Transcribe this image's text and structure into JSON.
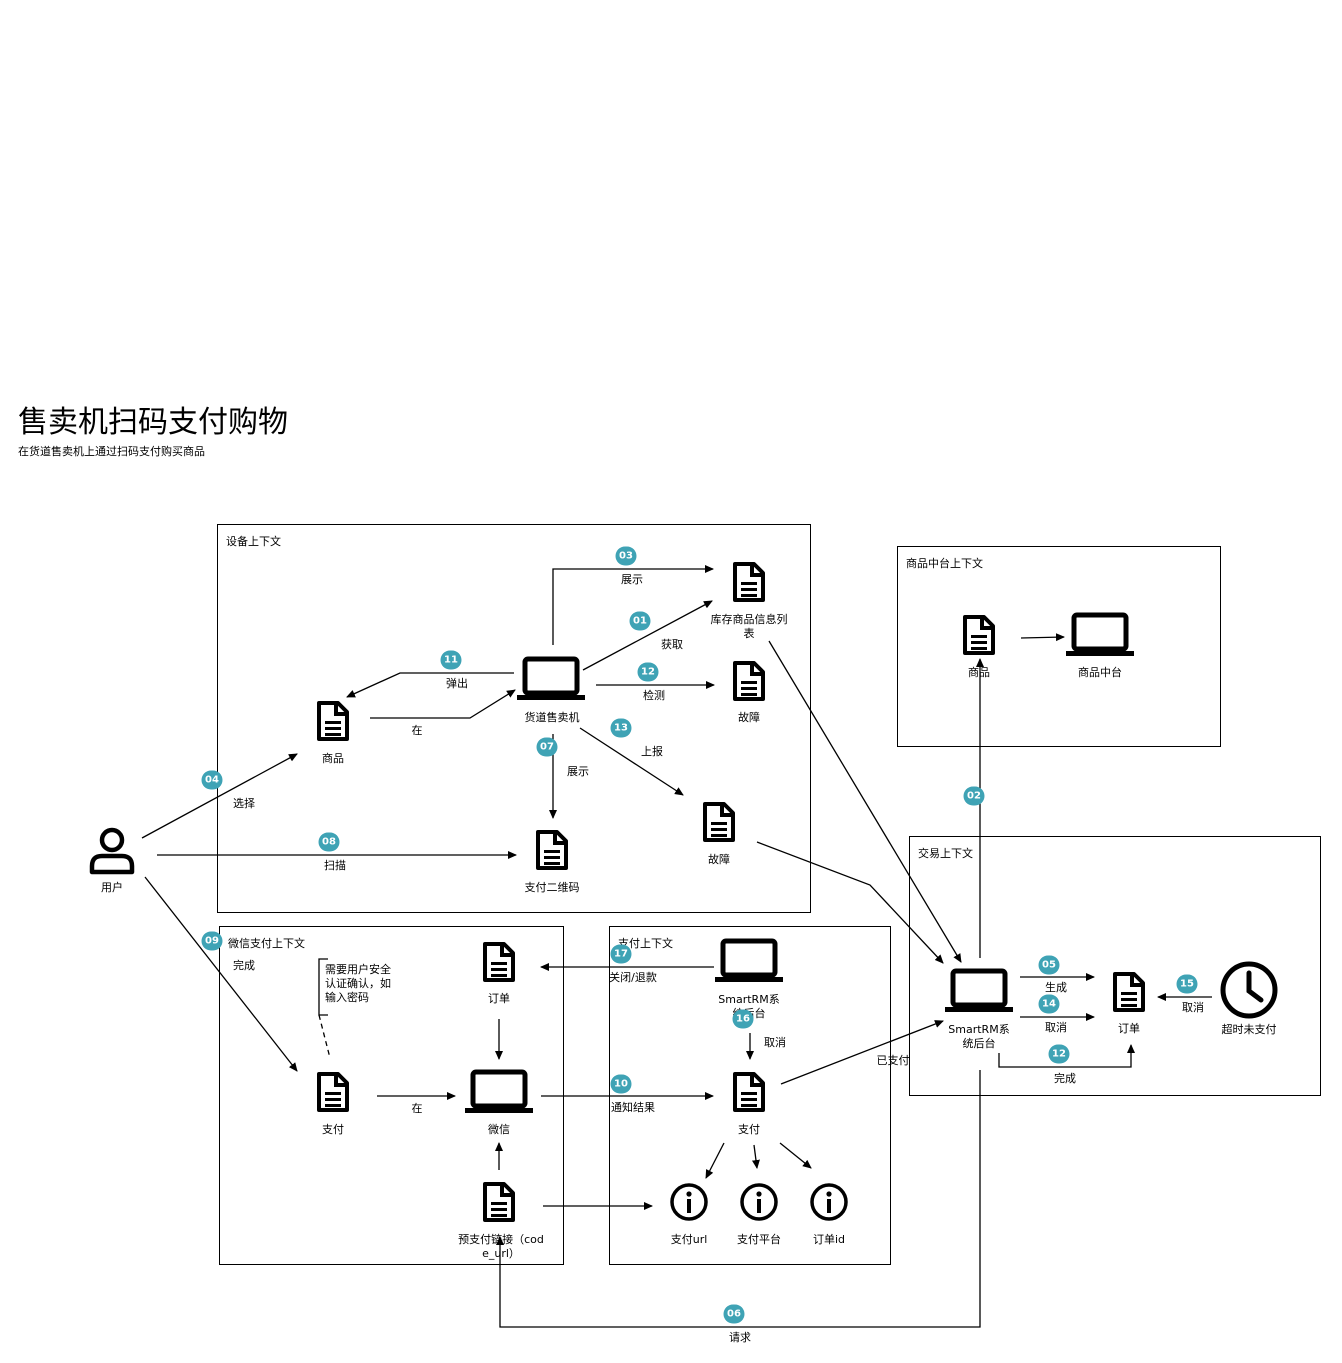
{
  "header": {
    "title": "售卖机扫码支付购物",
    "subtitle": "在货道售卖机上通过扫码支付购买商品"
  },
  "contexts": {
    "device": "设备上下文",
    "goods_center": "商品中台上下文",
    "trade": "交易上下文",
    "wechat_pay": "微信支付上下文",
    "payment": "支付上下文"
  },
  "nodes": {
    "user": "用户",
    "goods": "商品",
    "vending_machine": "货道售卖机",
    "inventory_list": "库存商品信息列表",
    "fault_1": "故障",
    "fault_2": "故障",
    "qr_code": "支付二维码",
    "goods_center_item": "商品",
    "goods_center": "商品中台",
    "smartrm_trade": "SmartRM系统后台",
    "trade_order": "订单",
    "timeout": "超时未支付",
    "smartrm_pay": "SmartRM系统后台",
    "wechat_order": "订单",
    "wechat": "微信",
    "wechat_pay_item": "支付",
    "prepay_link": "预支付链接（code_url）",
    "payment_item": "支付",
    "pay_url": "支付url",
    "pay_platform": "支付平台",
    "order_id": "订单id"
  },
  "annotation": "需要用户安全认证确认，如输入密码",
  "edges": {
    "e01": {
      "num": "01",
      "label": "获取"
    },
    "e02": {
      "num": "02",
      "label": ""
    },
    "e03": {
      "num": "03",
      "label": "展示"
    },
    "e04": {
      "num": "04",
      "label": "选择"
    },
    "e05": {
      "num": "05",
      "label": "生成"
    },
    "e06": {
      "num": "06",
      "label": "请求"
    },
    "e07": {
      "num": "07",
      "label": "展示"
    },
    "e08": {
      "num": "08",
      "label": "扫描"
    },
    "e09": {
      "num": "09",
      "label": "完成"
    },
    "e10": {
      "num": "10",
      "label": "通知结果"
    },
    "e11": {
      "num": "11",
      "label": "弹出"
    },
    "e12a": {
      "num": "12",
      "label": "检测"
    },
    "e12b": {
      "num": "12",
      "label": "完成"
    },
    "e13": {
      "num": "13",
      "label": "上报"
    },
    "e14": {
      "num": "14",
      "label": "取消"
    },
    "e15": {
      "num": "15",
      "label": "取消"
    },
    "e16": {
      "num": "16",
      "label": "取消"
    },
    "e17": {
      "num": "17",
      "label": "关闭/退款"
    },
    "in_label": "在",
    "in_label2": "在",
    "paid": "已支付"
  }
}
